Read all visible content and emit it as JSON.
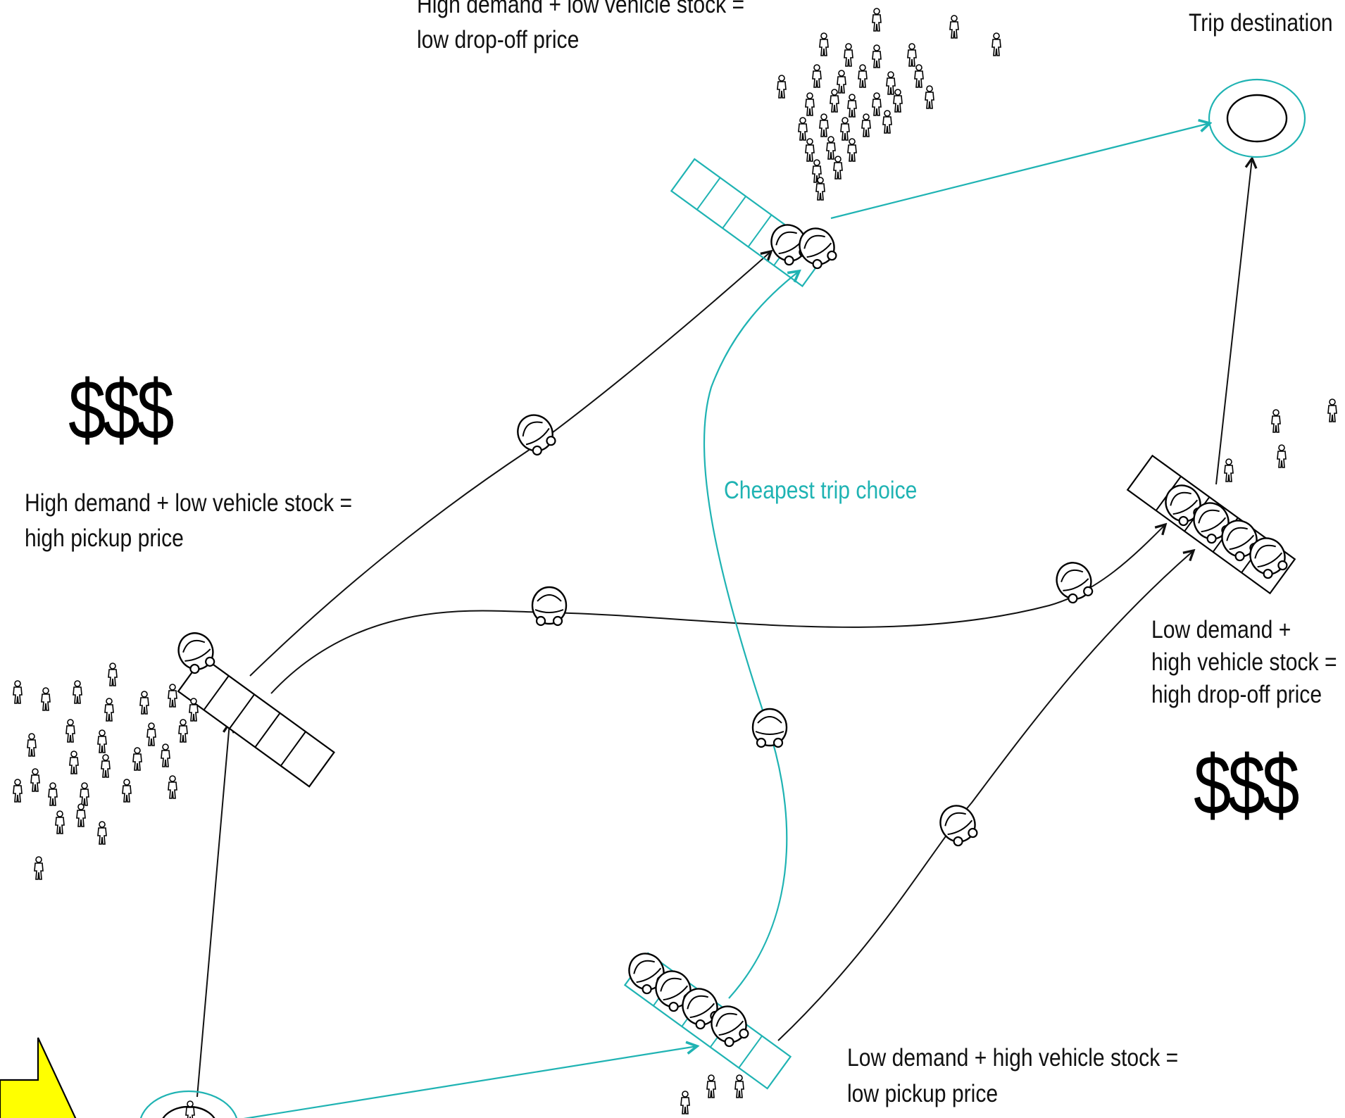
{
  "labels": {
    "hub_top": "High demand + low vehicle stock =\nlow drop-off price",
    "destination": "Trip destination",
    "hub_left": "High demand + low vehicle stock =\nhigh pickup price",
    "cheapest": "Cheapest trip choice",
    "hub_right": "Low demand +\nhigh vehicle stock =\nhigh drop-off price",
    "hub_bottom": "Low demand + high vehicle stock =\nlow pickup price",
    "price_left": "$$$",
    "price_right": "$$$"
  },
  "colors": {
    "route_black": "#111111",
    "route_teal": "#1fb3b3",
    "origin_marker": "#ffff00"
  },
  "icons": [
    "vehicle-icon",
    "pedestrian-icon",
    "destination-icon",
    "origin-icon",
    "parking-bay-icon"
  ]
}
